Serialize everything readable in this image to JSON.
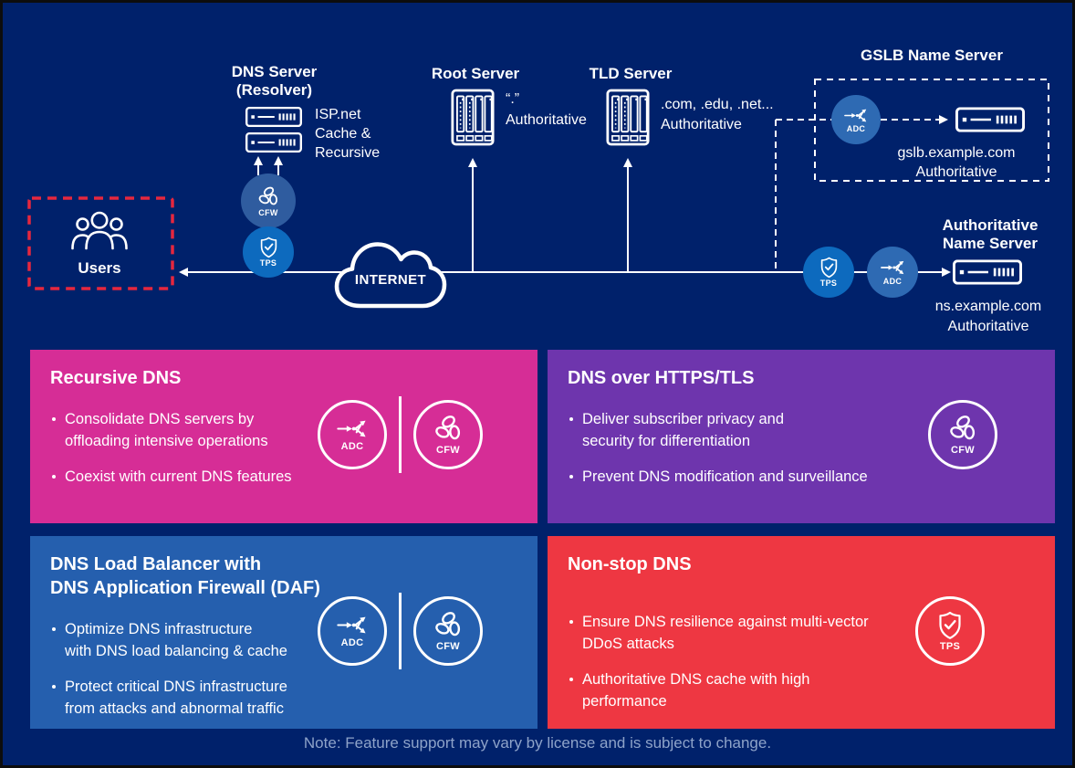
{
  "colors": {
    "background": "#00216b",
    "card_pink": "#d62d96",
    "card_purple": "#6e35ad",
    "card_blue": "#255fae",
    "card_red": "#ee3742",
    "badge_cfw": "#2f5c9f",
    "badge_tps": "#0d6abe",
    "badge_adc": "#2e6ab3",
    "users_border": "#e6273e",
    "note_text": "#8ea3c9"
  },
  "diagram": {
    "resolver": {
      "title": "DNS Server\n(Resolver)",
      "label": "ISP.net\nCache &\nRecursive"
    },
    "root": {
      "title": "Root Server",
      "label": "“.”\nAuthoritative"
    },
    "tld": {
      "title": "TLD Server",
      "label": ".com, .edu, .net...\nAuthoritative"
    },
    "gslb": {
      "title": "GSLB Name Server",
      "label": "gslb.example.com\nAuthoritative"
    },
    "auth_ns": {
      "title": "Authoritative\nName Server",
      "label": "ns.example.com\nAuthoritative"
    },
    "users": {
      "label": "Users"
    },
    "internet": {
      "label": "INTERNET"
    },
    "badges": {
      "adc": "ADC",
      "cfw": "CFW",
      "tps": "TPS"
    }
  },
  "cards": [
    {
      "title": "Recursive DNS",
      "bullets": [
        "Consolidate DNS servers by\noffloading intensive operations",
        "Coexist with current DNS features"
      ],
      "icons": [
        "ADC",
        "CFW"
      ]
    },
    {
      "title": "DNS over HTTPS/TLS",
      "bullets": [
        "Deliver subscriber privacy and\nsecurity for differentiation",
        "Prevent DNS modification and surveillance"
      ],
      "icons": [
        "CFW"
      ]
    },
    {
      "title": "DNS Load Balancer with\nDNS Application Firewall (DAF)",
      "bullets": [
        "Optimize DNS infrastructure\nwith DNS load balancing & cache",
        "Protect critical DNS infrastructure\nfrom attacks and abnormal traffic"
      ],
      "icons": [
        "ADC",
        "CFW"
      ]
    },
    {
      "title": "Non-stop DNS",
      "bullets": [
        "Ensure DNS resilience against multi-vector\nDDoS attacks",
        "Authoritative DNS cache with high\nperformance"
      ],
      "icons": [
        "TPS"
      ]
    }
  ],
  "note": "Note: Feature support may vary by license and is subject to change."
}
